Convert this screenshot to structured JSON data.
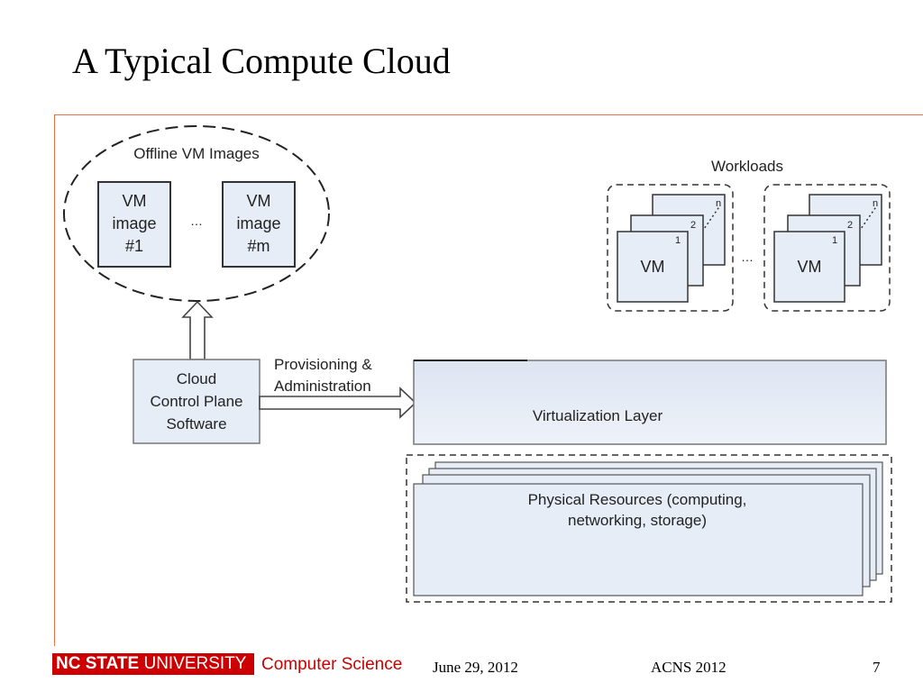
{
  "slide": {
    "title": "A Typical Compute Cloud"
  },
  "diagram": {
    "offline_images": {
      "label": "Offline VM Images",
      "image_first": [
        "VM",
        "image",
        "#1"
      ],
      "ellipsis": "…",
      "image_last": [
        "VM",
        "image",
        "#m"
      ]
    },
    "workloads": {
      "label": "Workloads",
      "vm_label": "VM",
      "index_first": "1",
      "index_second": "2",
      "index_last": "n",
      "ellipsis": "…"
    },
    "control_plane": {
      "lines": [
        "Cloud",
        "Control Plane",
        "Software"
      ]
    },
    "provisioning": {
      "lines": [
        "Provisioning &",
        "Administration"
      ]
    },
    "virtualization_layer": {
      "label": "Virtualization Layer"
    },
    "physical_resources": {
      "lines": [
        "Physical Resources (computing,",
        "networking, storage)"
      ]
    },
    "colors": {
      "box_fill": "#e7edf7",
      "box_stroke": "#555555",
      "dash_stroke": "#333333",
      "accent_red": "#cc0000",
      "frame_line": "#e8724a"
    }
  },
  "footer": {
    "university_bold": "NC STATE",
    "university_rest": " UNIVERSITY",
    "department": "Computer Science",
    "date": "June 29, 2012",
    "conference": "ACNS 2012",
    "page_number": "7"
  }
}
